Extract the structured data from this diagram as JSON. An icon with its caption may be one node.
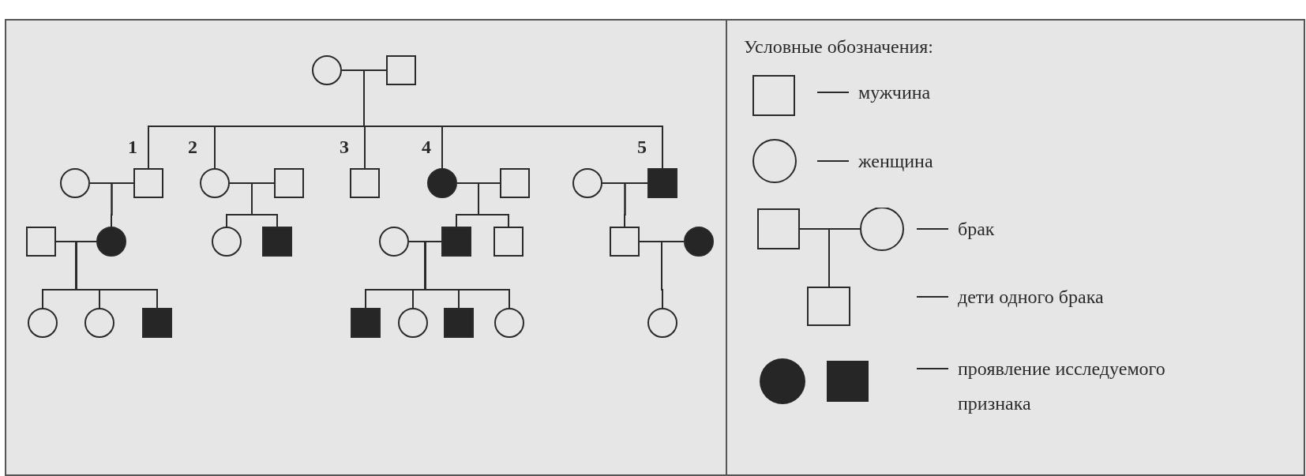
{
  "diagram": {
    "nodes": [
      {
        "text": [],
        "shape": "circle"
      },
      {
        "text": [],
        "shape": "square"
      },
      {
        "text": [],
        "shape": "circle"
      },
      {
        "text": [],
        "shape": "square",
        "beside": [
          "1"
        ]
      },
      {
        "text": [],
        "shape": "circle",
        "beside": [
          "2"
        ]
      },
      {
        "text": [],
        "shape": "square"
      },
      {
        "text": [],
        "shape": "square",
        "beside": [
          "3"
        ]
      },
      {
        "text": [],
        "shape": "disc",
        "beside": [
          "4"
        ]
      },
      {
        "text": [],
        "shape": "square"
      },
      {
        "text": [],
        "shape": "circle"
      },
      {
        "text": [],
        "shape": "block",
        "beside": [
          "5"
        ]
      },
      {
        "text": [],
        "shape": "square"
      },
      {
        "text": [],
        "shape": "disc"
      },
      {
        "text": [],
        "shape": "circle"
      },
      {
        "text": [],
        "shape": "block"
      },
      {
        "text": [],
        "shape": "circle"
      },
      {
        "text": [],
        "shape": "block"
      },
      {
        "text": [],
        "shape": "square"
      },
      {
        "text": [],
        "shape": "square"
      },
      {
        "text": [],
        "shape": "disc"
      },
      {
        "text": [],
        "shape": "circle"
      },
      {
        "text": [],
        "shape": "circle"
      },
      {
        "text": [],
        "shape": "block"
      },
      {
        "text": [],
        "shape": "block"
      },
      {
        "text": [],
        "shape": "circle"
      },
      {
        "text": [],
        "shape": "block"
      },
      {
        "text": [],
        "shape": "circle"
      },
      {
        "text": [],
        "shape": "circle"
      }
    ],
    "edges": [
      {
        "from": 0,
        "to": 1,
        "arrow": "none"
      },
      {
        "from": 2,
        "to": 3,
        "arrow": "none"
      },
      {
        "from": 4,
        "to": 5,
        "arrow": "none"
      },
      {
        "from": 7,
        "to": 8,
        "arrow": "none"
      },
      {
        "from": 9,
        "to": 10,
        "arrow": "none"
      },
      {
        "from": 11,
        "to": 12,
        "arrow": "none"
      },
      {
        "from": 15,
        "to": 16,
        "arrow": "none"
      },
      {
        "from": 18,
        "to": 19,
        "arrow": "none"
      },
      {
        "from": 0,
        "to": 3,
        "arrow": "none"
      },
      {
        "from": 1,
        "to": 3,
        "arrow": "none"
      },
      {
        "from": 0,
        "to": 4,
        "arrow": "none"
      },
      {
        "from": 1,
        "to": 4,
        "arrow": "none"
      },
      {
        "from": 0,
        "to": 6,
        "arrow": "none"
      },
      {
        "from": 1,
        "to": 6,
        "arrow": "none"
      },
      {
        "from": 0,
        "to": 7,
        "arrow": "none"
      },
      {
        "from": 1,
        "to": 7,
        "arrow": "none"
      },
      {
        "from": 0,
        "to": 10,
        "arrow": "none"
      },
      {
        "from": 1,
        "to": 10,
        "arrow": "none"
      },
      {
        "from": 2,
        "to": 12,
        "arrow": "none"
      },
      {
        "from": 3,
        "to": 12,
        "arrow": "none"
      },
      {
        "from": 4,
        "to": 13,
        "arrow": "none"
      },
      {
        "from": 5,
        "to": 13,
        "arrow": "none"
      },
      {
        "from": 4,
        "to": 14,
        "arrow": "none"
      },
      {
        "from": 5,
        "to": 14,
        "arrow": "none"
      },
      {
        "from": 7,
        "to": 16,
        "arrow": "none"
      },
      {
        "from": 8,
        "to": 16,
        "arrow": "none"
      },
      {
        "from": 7,
        "to": 17,
        "arrow": "none"
      },
      {
        "from": 8,
        "to": 17,
        "arrow": "none"
      },
      {
        "from": 9,
        "to": 18,
        "arrow": "none"
      },
      {
        "from": 10,
        "to": 18,
        "arrow": "none"
      },
      {
        "from": 11,
        "to": 20,
        "arrow": "none"
      },
      {
        "from": 12,
        "to": 20,
        "arrow": "none"
      },
      {
        "from": 11,
        "to": 21,
        "arrow": "none"
      },
      {
        "from": 12,
        "to": 21,
        "arrow": "none"
      },
      {
        "from": 11,
        "to": 22,
        "arrow": "none"
      },
      {
        "from": 12,
        "to": 22,
        "arrow": "none"
      },
      {
        "from": 15,
        "to": 23,
        "arrow": "none"
      },
      {
        "from": 16,
        "to": 23,
        "arrow": "none"
      },
      {
        "from": 15,
        "to": 24,
        "arrow": "none"
      },
      {
        "from": 16,
        "to": 24,
        "arrow": "none"
      },
      {
        "from": 15,
        "to": 25,
        "arrow": "none"
      },
      {
        "from": 16,
        "to": 25,
        "arrow": "none"
      },
      {
        "from": 15,
        "to": 26,
        "arrow": "none"
      },
      {
        "from": 16,
        "to": 26,
        "arrow": "none"
      },
      {
        "from": 18,
        "to": 27,
        "arrow": "none"
      },
      {
        "from": 19,
        "to": 27,
        "arrow": "none"
      }
    ],
    "labels": [
      "Условные обозначения:"
    ],
    "legend": [
      {
        "text": "мужчина"
      },
      {
        "text": "женщина"
      },
      {
        "text": "брак"
      },
      {
        "text": "дети одного брака"
      },
      {
        "text": "проявление исследуемого признака"
      }
    ]
  }
}
